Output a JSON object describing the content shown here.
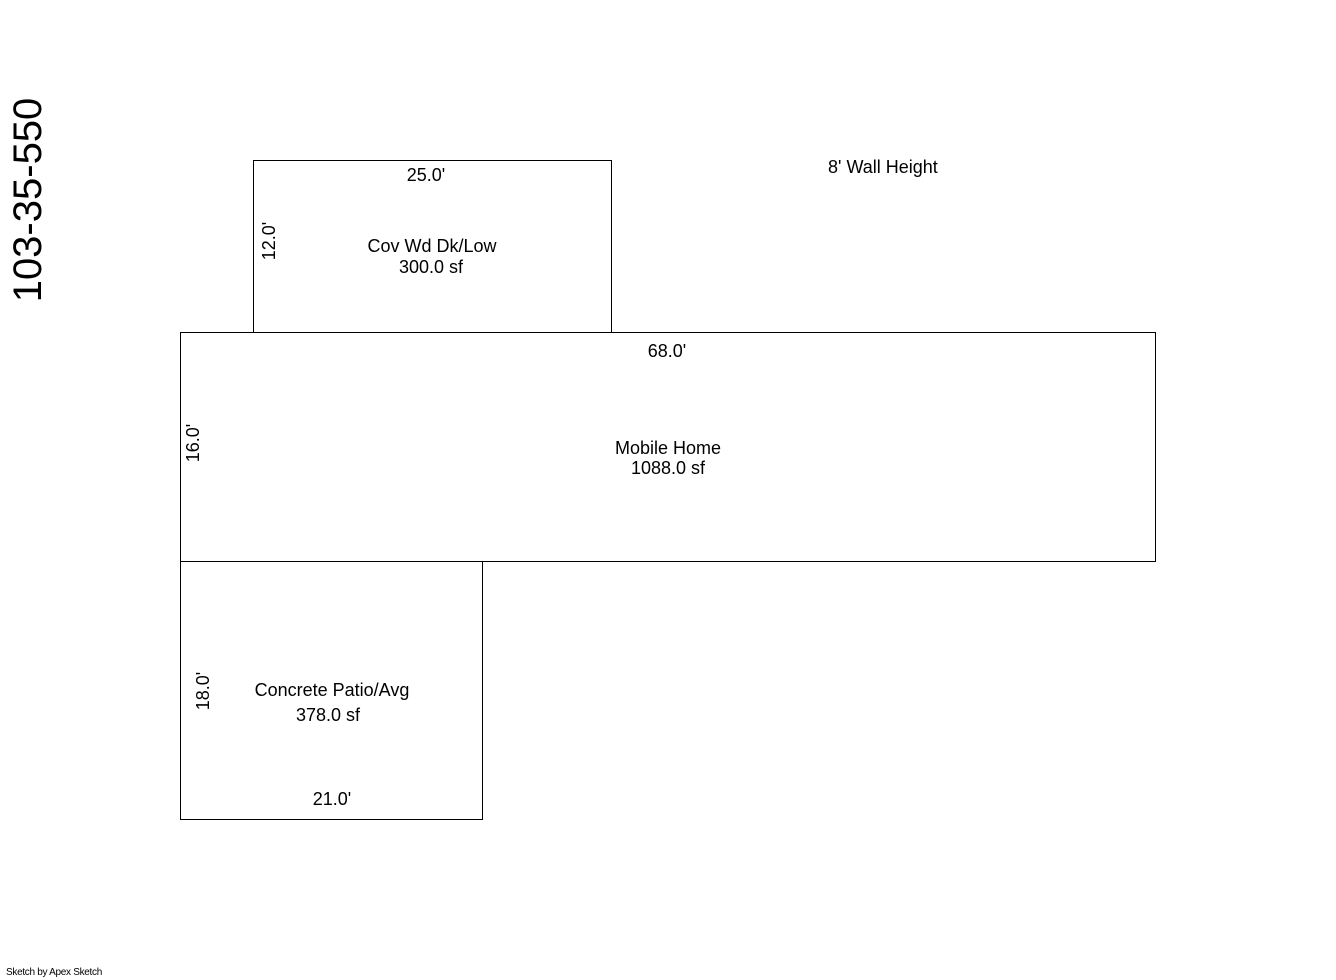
{
  "parcel_id": "103-35-550",
  "wall_height": "8' Wall Height",
  "areas": [
    {
      "name": "Cov Wd Dk/Low",
      "area": "300.0 sf",
      "width_label": "25.0'",
      "depth_label": "12.0'"
    },
    {
      "name": "Mobile Home",
      "area": "1088.0 sf",
      "width_label": "68.0'",
      "depth_label": "16.0'"
    },
    {
      "name": "Concrete Patio/Avg",
      "area": "378.0 sf",
      "width_label": "21.0'",
      "depth_label": "18.0'"
    }
  ],
  "footer": "Sketch by Apex Sketch"
}
